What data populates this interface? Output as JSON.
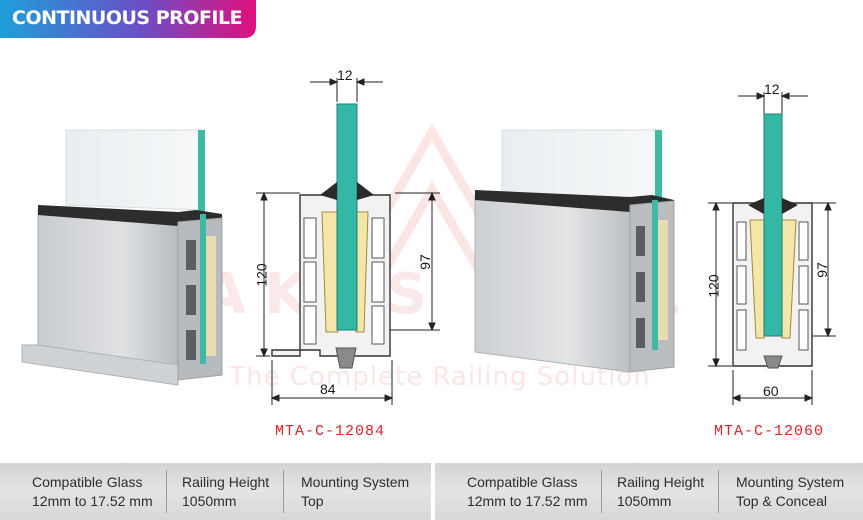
{
  "header": {
    "title": "CONTINUOUS PROFILE"
  },
  "watermark": {
    "brand": "AKRS RAIL",
    "tagline": "The Complete Railing Solution"
  },
  "products": [
    {
      "model": "MTA-C-12084",
      "dimensions": {
        "glass_width": "12",
        "height": "120",
        "inner_height": "97",
        "base_width": "84"
      },
      "specs": {
        "compatible_glass_label": "Compatible Glass",
        "compatible_glass_value": "12mm to 17.52 mm",
        "railing_height_label": "Railing Height",
        "railing_height_value": "1050mm",
        "mounting_label": "Mounting System",
        "mounting_value": "Top"
      }
    },
    {
      "model": "MTA-C-12060",
      "dimensions": {
        "glass_width": "12",
        "height": "120",
        "inner_height": "97",
        "base_width": "60"
      },
      "specs": {
        "compatible_glass_label": "Compatible Glass",
        "compatible_glass_value": "12mm to 17.52 mm",
        "railing_height_label": "Railing Height",
        "railing_height_value": "1050mm",
        "mounting_label": "Mounting System",
        "mounting_value": "Top & Conceal"
      }
    }
  ],
  "colors": {
    "banner_start": "#1e9fd8",
    "banner_mid": "#6a4fc7",
    "banner_end": "#e0107e",
    "glass": "#33b5a8",
    "model_text": "#e0242c",
    "spec_bar": "#dedfe1"
  }
}
